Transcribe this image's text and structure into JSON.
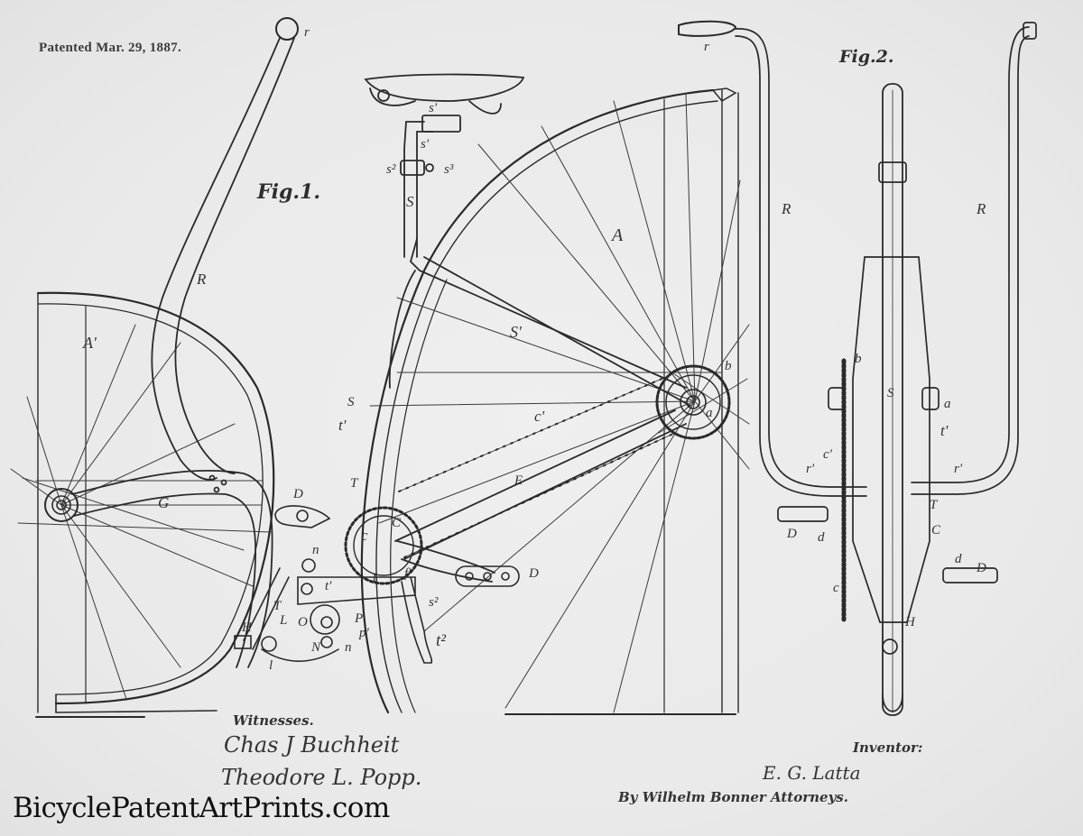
{
  "document": {
    "patent_date": "Patented Mar. 29, 1887.",
    "figures": [
      {
        "id": "fig1",
        "label": "Fig.1."
      },
      {
        "id": "fig2",
        "label": "Fig.2."
      }
    ],
    "witnesses_heading": "Witnesses.",
    "witnesses": [
      "Chas J Buchheit",
      "Theodore L. Popp."
    ],
    "inventor_heading": "Inventor:",
    "inventor": "E. G. Latta",
    "attorneys_line": "By Wilhelm Bonner Attorneys.",
    "watermark": "BicyclePatentArtPrints.com"
  },
  "part_labels": {
    "fig1": {
      "r": "r",
      "R": "R",
      "A": "A",
      "A_prime": "A'",
      "G": "G",
      "S": "S",
      "S_prime": "S'",
      "s_prime": "s'",
      "s2": "s²",
      "s3": "s³",
      "S_lower": "S",
      "t_prime": "t'",
      "T": "T",
      "c_prime": "c'",
      "E": "E",
      "a": "a",
      "b": "b",
      "D_left": "D",
      "D_right": "D",
      "C": "C",
      "c": "c",
      "t": "t",
      "f": "f'",
      "s2_lower": "s²",
      "t2": "t²",
      "n_top": "n",
      "t1": "t'",
      "T_small": "T",
      "H": "H",
      "L": "L",
      "O": "O",
      "P": "P",
      "p_prime": "p'",
      "N": "N",
      "n": "n",
      "l": "l"
    },
    "fig2": {
      "r": "r",
      "R_left": "R",
      "R_right": "R",
      "b": "b",
      "S": "S",
      "a": "a",
      "t_prime": "t'",
      "c_prime": "c'",
      "r_prime_left": "r'",
      "r_prime_right": "r'",
      "T": "T",
      "D_left": "D",
      "d_left": "d",
      "C": "C",
      "d_right": "d",
      "D_right": "D",
      "c": "c",
      "H": "H"
    }
  },
  "colors": {
    "paper": "#ebebeb",
    "ink": "#2a2a2a"
  }
}
